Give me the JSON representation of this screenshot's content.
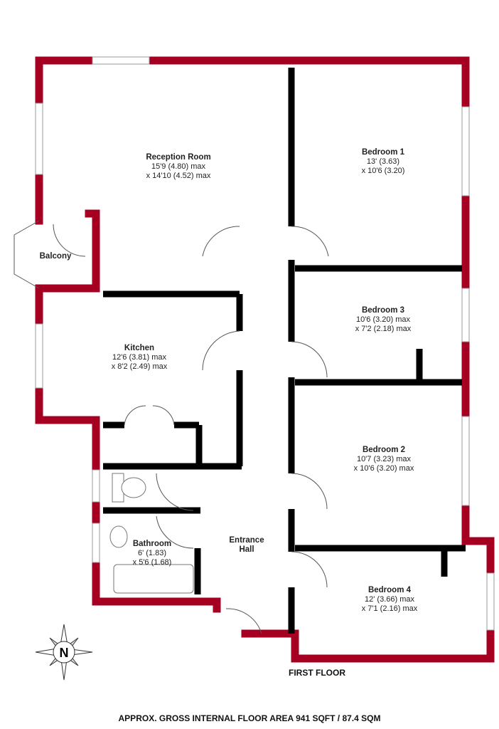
{
  "rooms": [
    {
      "name": "Reception Room",
      "dim1": "15'9 (4.80) max",
      "dim2": "x 14'10 (4.52) max"
    },
    {
      "name": "Bedroom 1",
      "dim1": "13' (3.63)",
      "dim2": "x 10'6 (3.20)"
    },
    {
      "name": "Balcony"
    },
    {
      "name": "Bedroom 3",
      "dim1": "10'6 (3.20) max",
      "dim2": "x 7'2 (2.18) max"
    },
    {
      "name": "Kitchen",
      "dim1": "12'6 (3.81) max",
      "dim2": "x 8'2 (2.49) max"
    },
    {
      "name": "Bedroom 2",
      "dim1": "10'7 (3.23) max",
      "dim2": "x 10'6 (3.20) max"
    },
    {
      "name": "Entrance Hall"
    },
    {
      "name": "Bathroom",
      "dim1": "6' (1.83)",
      "dim2": "x 5'6 (1.68)"
    },
    {
      "name": "Bedroom 4",
      "dim1": "12' (3.66) max",
      "dim2": "x 7'1 (2.16) max"
    }
  ],
  "floor_label": "FIRST FLOOR",
  "area": "APPROX. GROSS INTERNAL FLOOR AREA 941 SQFT / 87.4 SQM",
  "compass": "N",
  "colors": {
    "exterior_wall": "#a50021",
    "interior_wall": "#000000"
  }
}
